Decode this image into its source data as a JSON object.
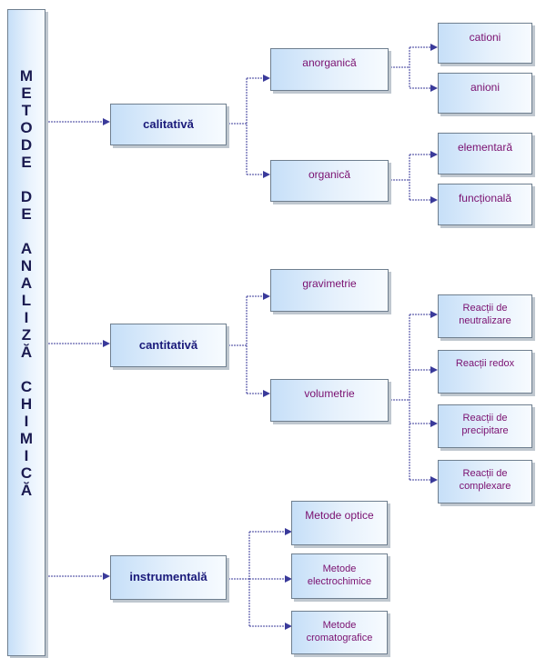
{
  "root": {
    "words": [
      "METODE",
      "DE",
      "ANALIZĂ",
      "CHIMICĂ"
    ]
  },
  "categories": [
    {
      "label": "calitativă",
      "children": [
        {
          "label": "anorganică",
          "leaves": [
            "cationi",
            "anioni"
          ]
        },
        {
          "label": "organică",
          "leaves": [
            "elementară",
            "funcțională"
          ]
        }
      ]
    },
    {
      "label": "cantitativă",
      "children": [
        {
          "label": "gravimetrie",
          "leaves": []
        },
        {
          "label": "volumetrie",
          "leaves": [
            "Reacții de\nneutralizare",
            "Reacții redox",
            "Reacții de\nprecipitare",
            "Reacții de\ncomplexare"
          ]
        }
      ]
    },
    {
      "label": "instrumentală",
      "children": [
        {
          "label": "Metode optice",
          "leaves": []
        },
        {
          "label": "Metode\nelectrochimice",
          "leaves": []
        },
        {
          "label": "Metode\ncromatografice",
          "leaves": []
        }
      ]
    }
  ]
}
